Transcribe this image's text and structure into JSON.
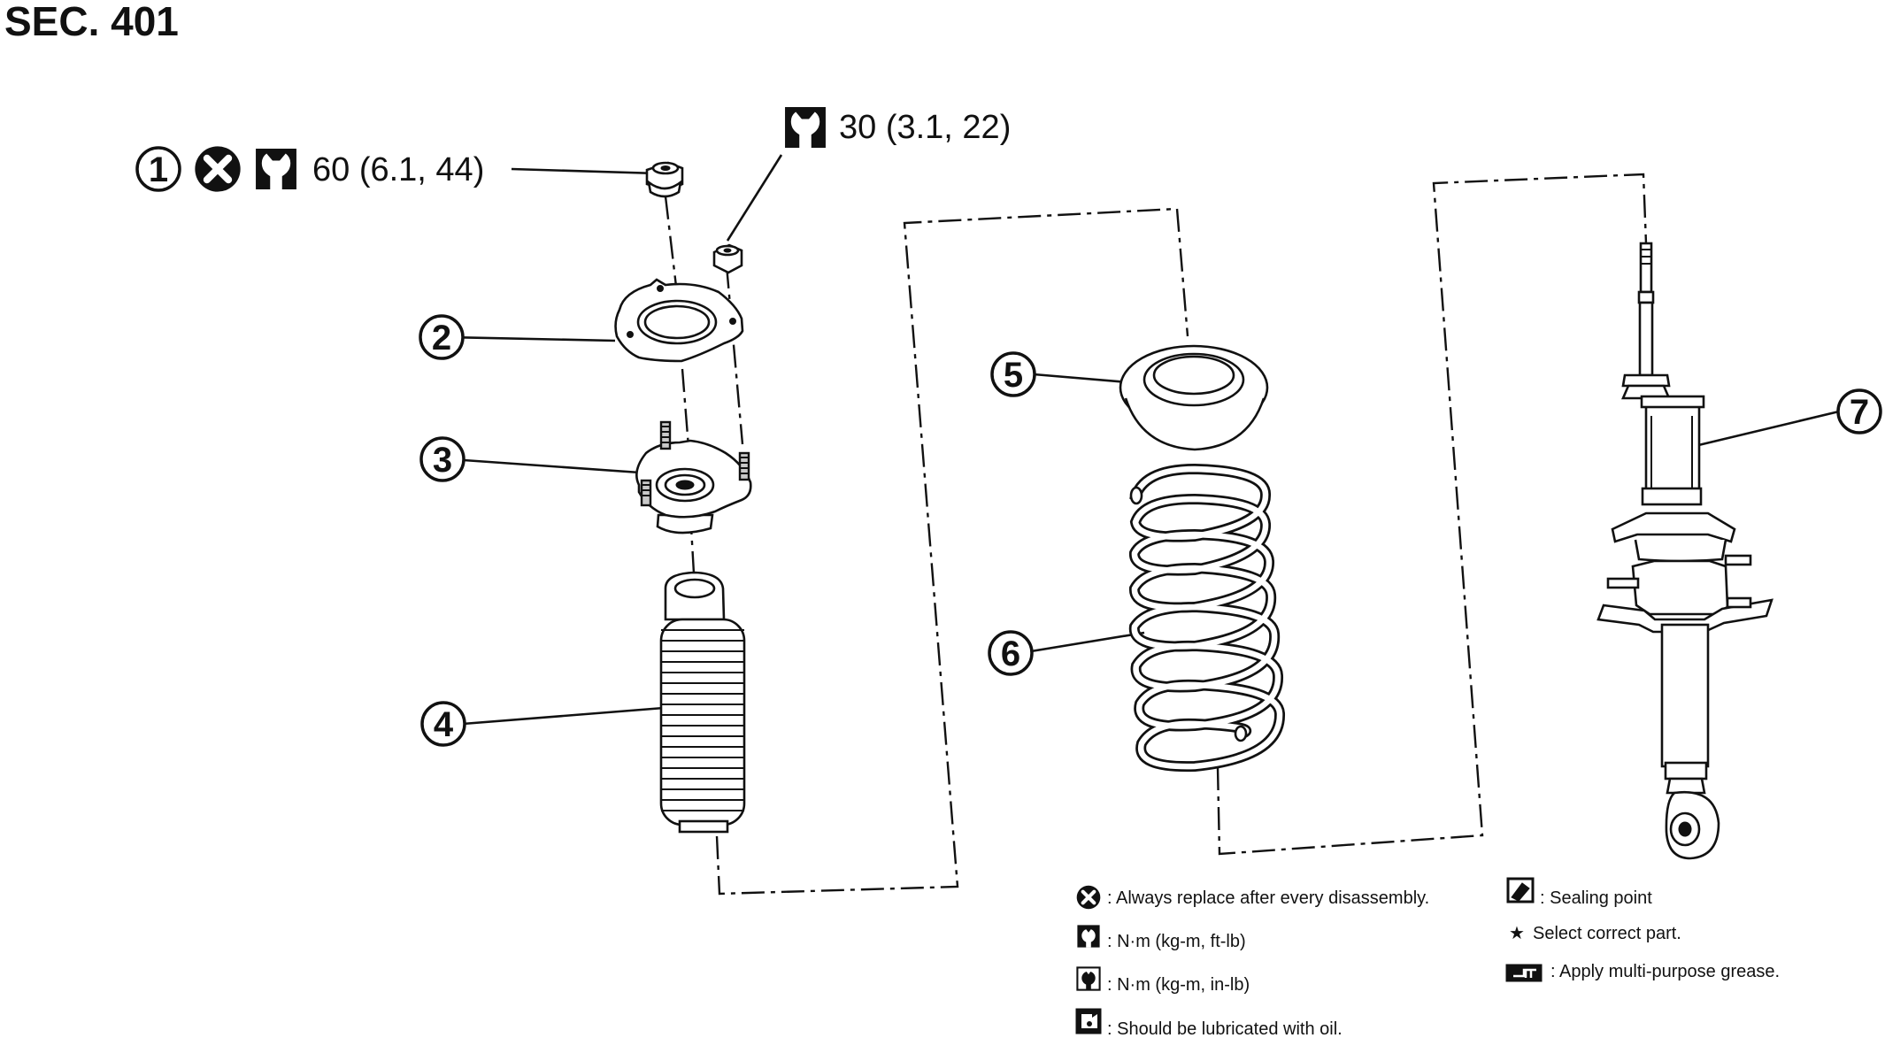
{
  "header": {
    "section": "SEC. 401"
  },
  "torque": [
    {
      "label": "60 (6.1, 44)"
    },
    {
      "label": "30 (3.1, 22)"
    }
  ],
  "callouts": [
    "1",
    "2",
    "3",
    "4",
    "5",
    "6",
    "7"
  ],
  "parts": [
    "nut",
    "strut-mounting-insulator",
    "strut-mounting-bearing",
    "bound-bumper",
    "upper-spring-seat",
    "coil-spring",
    "strut-assembly"
  ],
  "icons": [
    "always-replace-icon",
    "torque-nm-ftlb-icon",
    "torque-nm-inlb-icon",
    "lubricate-oil-icon",
    "sealing-point-icon",
    "star-icon",
    "grease-icon"
  ],
  "legend": {
    "replace": ": Always replace after every disassembly.",
    "nm_ftlb": ": N·m (kg-m, ft-lb)",
    "nm_inlb": ": N·m (kg-m, in-lb)",
    "oil": ": Should be lubricated with oil.",
    "sealing": ": Sealing point",
    "select": "Select correct part.",
    "grease": ": Apply multi-purpose grease.",
    "star": "★"
  }
}
